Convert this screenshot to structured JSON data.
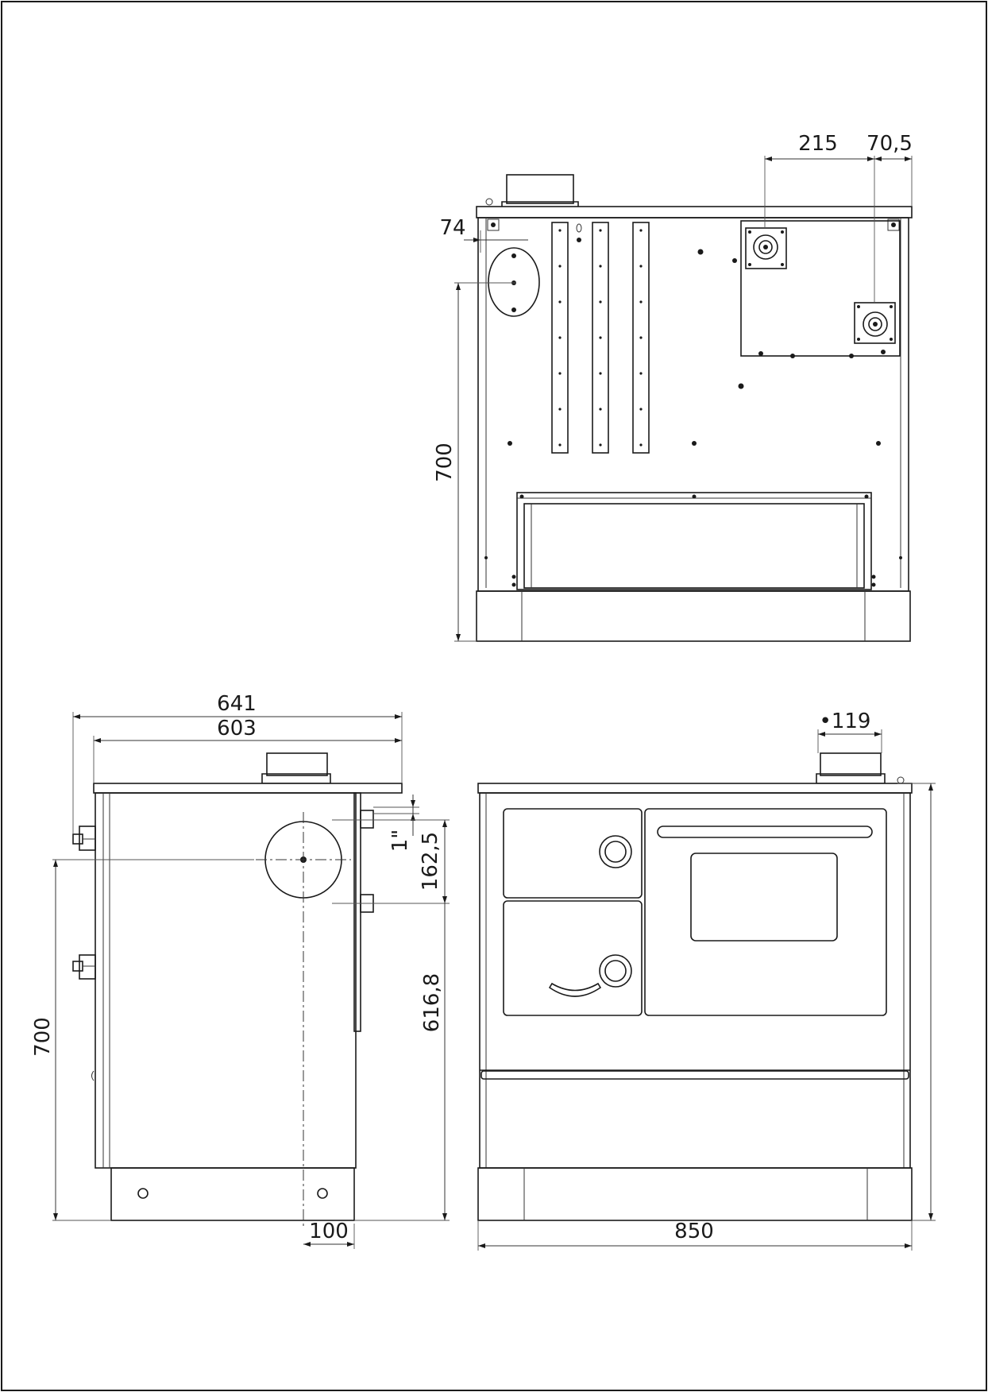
{
  "views": {
    "rear": {
      "dim_width_left": "215",
      "dim_width_right": "70,5",
      "dim_offset_left": "74",
      "dim_height": "700"
    },
    "side": {
      "dim_depth_total": "641",
      "dim_depth_body": "603",
      "dim_thread": "1\"",
      "dim_connection_spacing": "162,5",
      "dim_connection_height": "616,8",
      "dim_height": "700",
      "dim_flue_offset": "100"
    },
    "front": {
      "dim_flue_diameter": "•119",
      "dim_width": "850"
    }
  }
}
